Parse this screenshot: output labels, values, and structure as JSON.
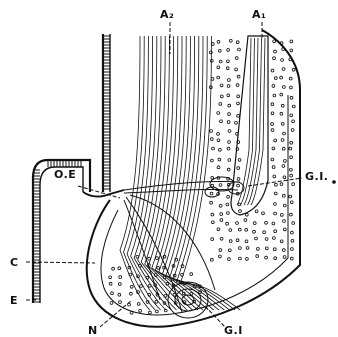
{
  "figure": {
    "labels": {
      "a2": "A₂",
      "a1": "A₁",
      "oe": "O.E",
      "gl1": "G.I.",
      "c": "C",
      "e": "E",
      "n": "N",
      "gl": "G.I"
    },
    "colors": {
      "ink": "#111111",
      "paper": "#ffffff"
    }
  }
}
